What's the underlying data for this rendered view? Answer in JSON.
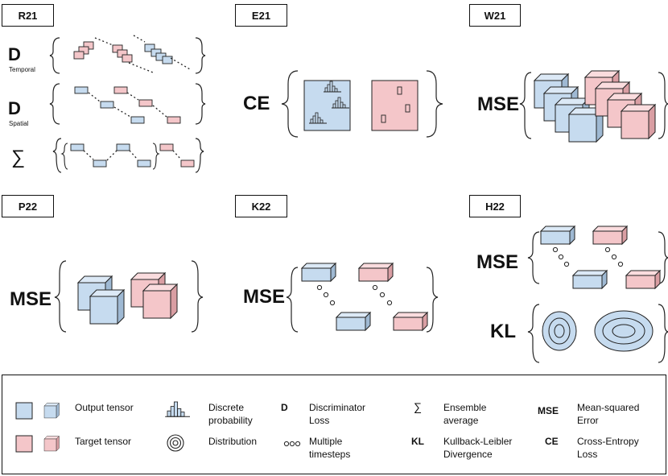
{
  "panels": {
    "r21": {
      "tag": "R21",
      "d_label": "D",
      "temporal_label": "Temporal",
      "spatial_label": "Spatial",
      "sum_symbol": "∑"
    },
    "e21": {
      "tag": "E21",
      "loss": "CE"
    },
    "w21": {
      "tag": "W21",
      "loss": "MSE"
    },
    "p22": {
      "tag": "P22",
      "loss": "MSE"
    },
    "k22": {
      "tag": "K22",
      "loss": "MSE"
    },
    "h22": {
      "tag": "H22",
      "loss_top": "MSE",
      "loss_bottom": "KL"
    }
  },
  "legend": {
    "output_tensor": "Output tensor",
    "target_tensor": "Target tensor",
    "discrete_probability": "Discrete probability",
    "distribution": "Distribution",
    "d_code": "D",
    "discriminator_loss": "Discriminator Loss",
    "multiple_timesteps": "Multiple timesteps",
    "sum_code": "∑",
    "ensemble_average": "Ensemble average",
    "kl_code": "KL",
    "kl_text": "Kullback-Leibler Divergence",
    "mse_code": "MSE",
    "mse_text": "Mean-squared Error",
    "ce_code": "CE",
    "ce_text": "Cross-Entropy Loss"
  },
  "colors": {
    "output": "#c6dbef",
    "target": "#f4c6c9",
    "stroke": "#222222"
  }
}
